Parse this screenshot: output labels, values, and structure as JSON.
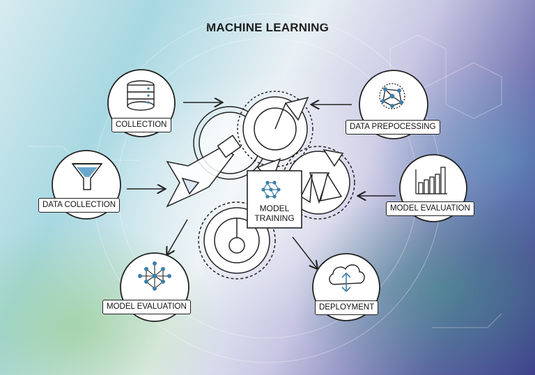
{
  "title": "MACHINE LEARNING",
  "nodes": {
    "collection": "COLLECTION",
    "data_preprocessing": "DATA PREPOCESSING",
    "data_collection": "DATA COLLECTION",
    "model_evaluation_right": "MODEL EVALUATION",
    "model_evaluation_bottom": "MODEL EVALUATION",
    "deployment": "DEPLOYMENT"
  },
  "center": {
    "line1": "MODEL",
    "line2": "TRAINING"
  },
  "icons": {
    "collection": "database-icon",
    "data_preprocessing": "network-nodes-icon",
    "data_collection": "funnel-icon",
    "model_evaluation_right": "bar-chart-icon",
    "model_evaluation_bottom": "neural-network-icon",
    "deployment": "cloud-upload-icon",
    "center": "gears-icon"
  },
  "colors": {
    "icon_accent": "#3d7fa8",
    "stroke": "#222222"
  }
}
